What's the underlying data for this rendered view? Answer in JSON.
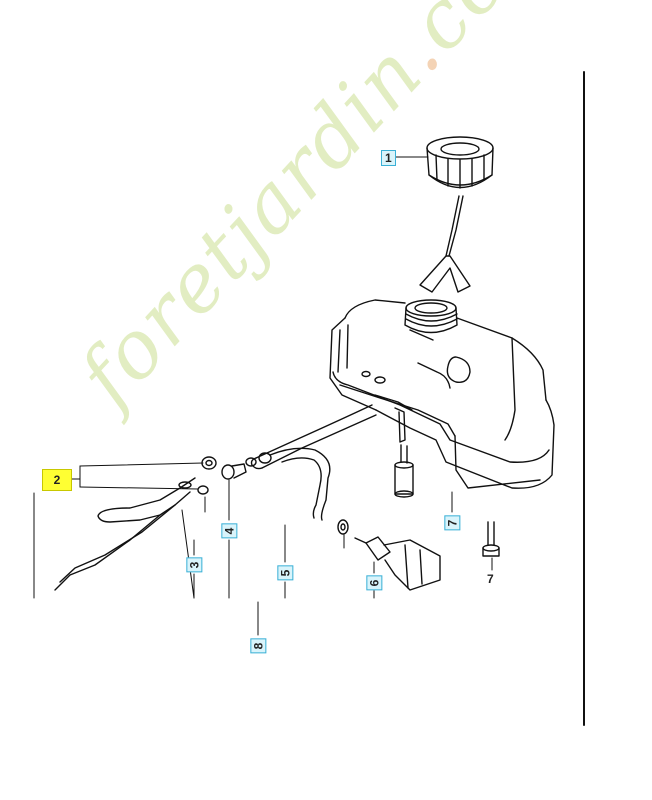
{
  "diagram": {
    "callouts": [
      {
        "id": "1",
        "text": "1",
        "style": "boxed"
      },
      {
        "id": "2",
        "text": "2",
        "style": "highlight"
      },
      {
        "id": "3",
        "text": "3",
        "style": "boxed"
      },
      {
        "id": "4",
        "text": "4",
        "style": "boxed"
      },
      {
        "id": "5",
        "text": "5",
        "style": "boxed"
      },
      {
        "id": "6",
        "text": "6",
        "style": "boxed"
      },
      {
        "id": "7a",
        "text": "7",
        "style": "boxed"
      },
      {
        "id": "7b",
        "text": "7",
        "style": "plain"
      },
      {
        "id": "8",
        "text": "8",
        "style": "boxed"
      }
    ],
    "watermark": {
      "part1": "foret",
      "part2": "jardin",
      "dot": ".",
      "part3": "com"
    }
  }
}
